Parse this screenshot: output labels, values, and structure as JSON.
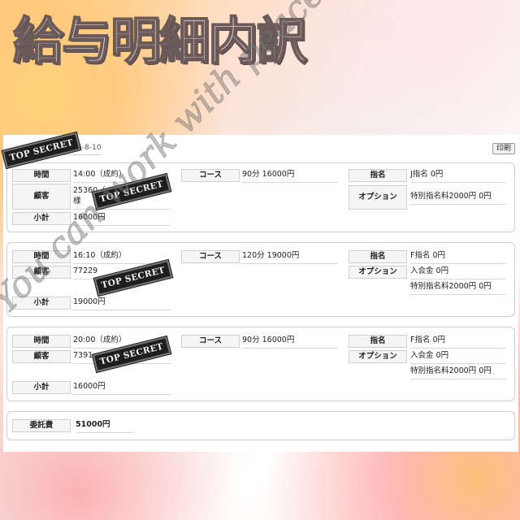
{
  "page_title": "給与明細内訳",
  "watermark": "You can work with peace of mind!",
  "stamp_text": "TOP SECRET",
  "date": "2025-8-10",
  "print_label": "印刷",
  "labels": {
    "time": "時間",
    "customer": "顧客",
    "subtotal": "小計",
    "course": "コース",
    "nomination": "指名",
    "option": "オプション",
    "commission": "委託費"
  },
  "records": [
    {
      "time": "14:00（成約）",
      "customer": "25360（　　　　　　　）様",
      "subtotal": "16000円",
      "course": "90分 16000円",
      "nomination": "J指名 0円",
      "options": [
        "特別指名料2000円 0円"
      ]
    },
    {
      "time": "16:10（成約）",
      "customer": "77229",
      "subtotal": "19000円",
      "course": "120分 19000円",
      "nomination": "F指名 0円",
      "options": [
        "入会金 0円",
        "特別指名料2000円 0円"
      ]
    },
    {
      "time": "20:00（成約）",
      "customer": "7391",
      "subtotal": "16000円",
      "course": "90分 16000円",
      "nomination": "F指名 0円",
      "options": [
        "入会金 0円",
        "特別指名料2000円 0円"
      ]
    }
  ],
  "commission_total": "51000円"
}
